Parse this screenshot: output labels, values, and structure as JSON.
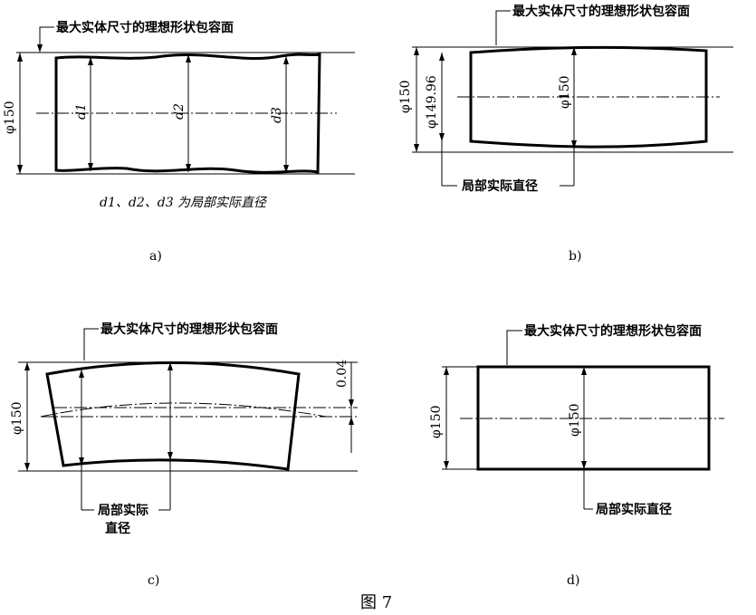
{
  "figure_title": "图 7",
  "envelope_label": "最大实体尺寸的理想形状包容面",
  "local_diameter_label": "局部实际直径",
  "local_diameter_label_line1": "局部实际",
  "local_diameter_label_line2": "直径",
  "panels": {
    "a": {
      "caption": "a)",
      "dim_main": "φ150",
      "d1": "d1",
      "d2": "d2",
      "d3": "d3",
      "note": "d1、d2、d3 为局部实际直径"
    },
    "b": {
      "caption": "b)",
      "dim_outer": "φ150",
      "dim_local": "φ149.96",
      "dim_inner": "φ150"
    },
    "c": {
      "caption": "c)",
      "dim_main": "φ150",
      "dim_tol": "0.04"
    },
    "d": {
      "caption": "d)",
      "dim_outer": "φ150",
      "dim_inner": "φ150"
    }
  }
}
